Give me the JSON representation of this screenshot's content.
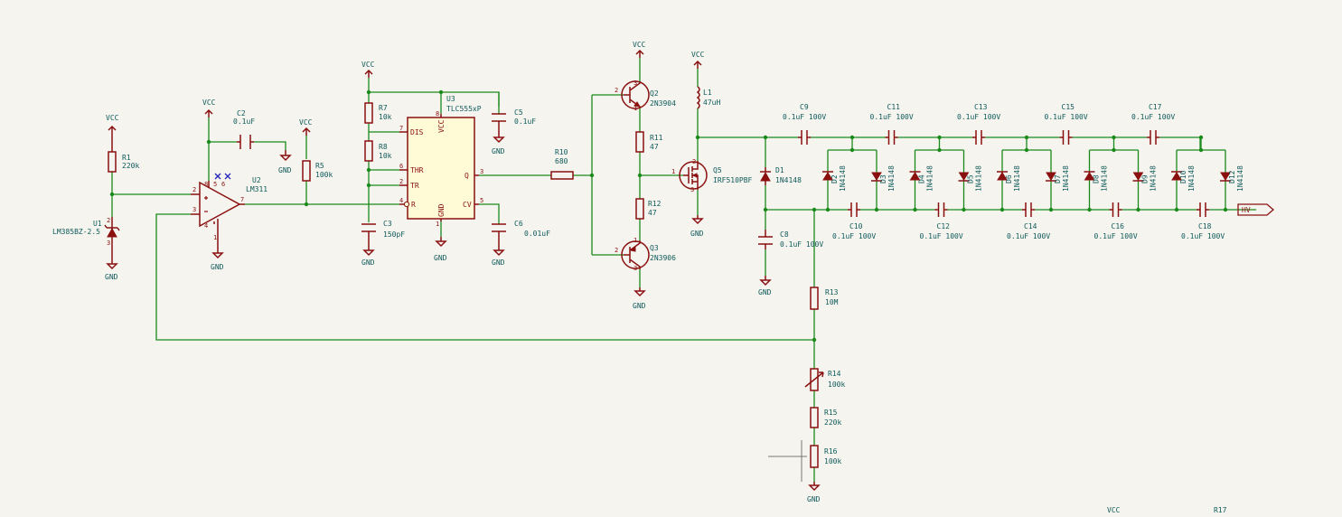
{
  "power": {
    "vcc": "VCC",
    "gnd": "GND"
  },
  "net_labels": {
    "hv": "HV"
  },
  "u1": {
    "ref": "U1",
    "value": "LM385BZ-2.5",
    "pin_top": "2",
    "pin_bottom": "3"
  },
  "r1": {
    "ref": "R1",
    "value": "220k"
  },
  "u2": {
    "ref": "U2",
    "value": "LM311",
    "pins": {
      "in_p": "2",
      "in_m": "3",
      "out": "7",
      "v_plus": "8",
      "v_minus": "4",
      "gnd": "1",
      "bal": "5",
      "strobe": "6"
    }
  },
  "c2": {
    "ref": "C2",
    "value": "0.1uF"
  },
  "r5": {
    "ref": "R5",
    "value": "100k"
  },
  "r7": {
    "ref": "R7",
    "value": "10k"
  },
  "r8": {
    "ref": "R8",
    "value": "10k"
  },
  "c3": {
    "ref": "C3",
    "value": "150pF"
  },
  "u3": {
    "ref": "U3",
    "value": "TLC555xP",
    "pins": {
      "dis": "DIS",
      "thr": "THR",
      "tr": "TR",
      "r": "R",
      "vcc": "VCC",
      "gnd": "GND",
      "q": "Q",
      "cv": "CV"
    },
    "pin_numbers": {
      "dis": "7",
      "thr": "6",
      "tr": "2",
      "r": "4",
      "vcc": "8",
      "gnd": "1",
      "q": "3",
      "cv": "5"
    }
  },
  "c5": {
    "ref": "C5",
    "value": "0.1uF"
  },
  "c6": {
    "ref": "C6",
    "value": "0.01uF"
  },
  "r10": {
    "ref": "R10",
    "value": "680"
  },
  "q2": {
    "ref": "Q2",
    "value": "2N3904",
    "pins": {
      "b": "2",
      "c": "3",
      "e": "1"
    }
  },
  "q3": {
    "ref": "Q3",
    "value": "2N3906",
    "pins": {
      "b": "2",
      "c": "3",
      "e": "1"
    }
  },
  "r11": {
    "ref": "R11",
    "value": "47"
  },
  "r12": {
    "ref": "R12",
    "value": "47"
  },
  "l1": {
    "ref": "L1",
    "value": "47uH"
  },
  "q5": {
    "ref": "Q5",
    "value": "IRF510PBF",
    "pins": {
      "g": "1",
      "d": "2",
      "s": "3"
    }
  },
  "d1": {
    "ref": "D1",
    "value": "1N4148"
  },
  "c8": {
    "ref": "C8",
    "value": "0.1uF 100V"
  },
  "r13": {
    "ref": "R13",
    "value": "10M"
  },
  "r14": {
    "ref": "R14",
    "value": "100k"
  },
  "r15": {
    "ref": "R15",
    "value": "220k"
  },
  "r16": {
    "ref": "R16",
    "value": "100k"
  },
  "r17": {
    "ref": "R17"
  },
  "multiplier": {
    "top_caps": [
      {
        "ref": "C9",
        "value": "0.1uF 100V"
      },
      {
        "ref": "C11",
        "value": "0.1uF 100V"
      },
      {
        "ref": "C13",
        "value": "0.1uF 100V"
      },
      {
        "ref": "C15",
        "value": "0.1uF 100V"
      },
      {
        "ref": "C17",
        "value": "0.1uF 100V"
      }
    ],
    "bottom_caps": [
      {
        "ref": "C10",
        "value": "0.1uF 100V"
      },
      {
        "ref": "C12",
        "value": "0.1uF 100V"
      },
      {
        "ref": "C14",
        "value": "0.1uF 100V"
      },
      {
        "ref": "C16",
        "value": "0.1uF 100V"
      },
      {
        "ref": "C18",
        "value": "0.1uF 100V"
      }
    ],
    "diodes": [
      {
        "ref": "D2",
        "value": "1N4148"
      },
      {
        "ref": "D3",
        "value": "1N4148"
      },
      {
        "ref": "D4",
        "value": "1N4148"
      },
      {
        "ref": "D5",
        "value": "1N4148"
      },
      {
        "ref": "D6",
        "value": "1N4148"
      },
      {
        "ref": "D7",
        "value": "1N4148"
      },
      {
        "ref": "D8",
        "value": "1N4148"
      },
      {
        "ref": "D9",
        "value": "1N4148"
      },
      {
        "ref": "D10",
        "value": "1N4148"
      },
      {
        "ref": "D12",
        "value": "1N4148"
      }
    ]
  }
}
